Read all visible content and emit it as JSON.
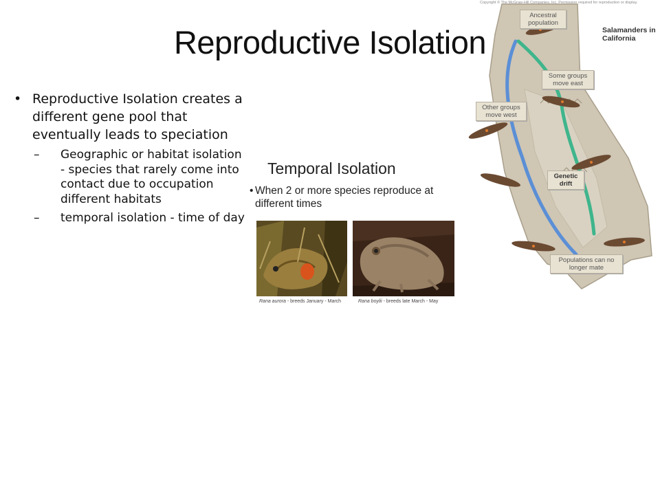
{
  "slide": {
    "title": "Reproductive Isolation",
    "bullets": [
      {
        "text": "Reproductive  Isolation creates a different gene pool that eventually leads to speciation",
        "subbullets": [
          "Geographic or habitat isolation - species that rarely come into contact due to occupation different habitats",
          "temporal isolation - time of day"
        ]
      }
    ],
    "bullet_mark": "•",
    "sub_mark": "–"
  },
  "temporal_panel": {
    "title": "Temporal Isolation",
    "bullet": "When 2 or more species reproduce at different times",
    "bullet_mark": "•",
    "left_caption_species": "Rana aurora",
    "left_caption_rest": " - breeds January - March",
    "right_caption_species": "Rana boylii",
    "right_caption_rest": " - breeds late March - May"
  },
  "salamander_map": {
    "copyright": "Copyright © The McGraw-Hill Companies, Inc. Permission required for reproduction or display.",
    "heading": "Salamanders in California",
    "labels": {
      "ancestral": "Ancestral population",
      "east": "Some groups move east",
      "west": "Other groups move west",
      "drift": "Genetic drift",
      "no_mate": "Populations can no longer mate"
    },
    "colors": {
      "land": "#cfc6b4",
      "west_route": "#5b8fd6",
      "east_route": "#3fb58c",
      "salamander": "#6b4a32"
    }
  }
}
